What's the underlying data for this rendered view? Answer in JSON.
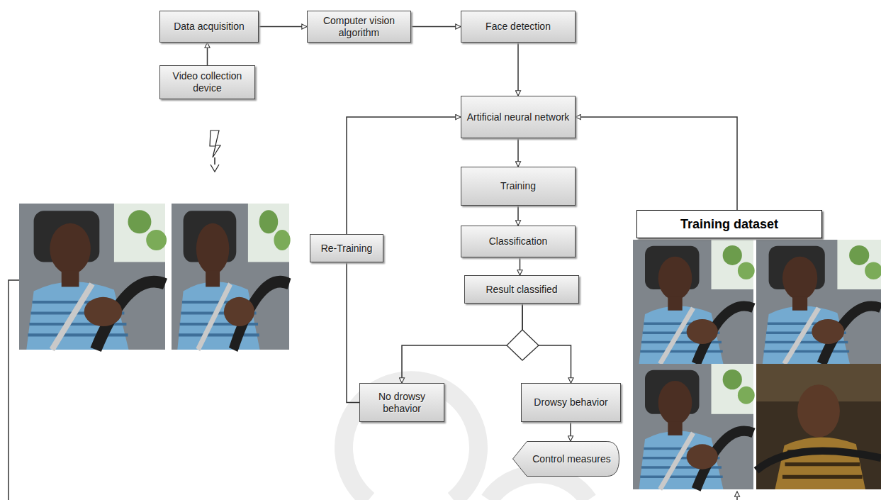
{
  "diagram": {
    "nodes": [
      {
        "text": [
          "Data acquisition"
        ]
      },
      {
        "text": [
          "Computer vision algorithm"
        ]
      },
      {
        "text": [
          "Face detection"
        ]
      },
      {
        "text": [
          "Video collection device"
        ]
      },
      {
        "text": [
          "Artificial neural network"
        ]
      },
      {
        "text": [
          "Training"
        ]
      },
      {
        "text": [
          "Training dataset"
        ]
      },
      {
        "text": [
          "Re-Training"
        ]
      },
      {
        "text": [
          "Classification"
        ]
      },
      {
        "text": [
          "Result  classified"
        ]
      },
      {
        "text": [
          "No drowsy behavior"
        ]
      },
      {
        "text": [
          "Drowsy behavior"
        ]
      },
      {
        "text": [
          "Control measures"
        ]
      }
    ],
    "edges": [
      {
        "from": 0,
        "to": 1,
        "arrow": "to"
      },
      {
        "from": 1,
        "to": 2,
        "arrow": "to"
      },
      {
        "from": 3,
        "to": 0,
        "arrow": "to"
      },
      {
        "from": 2,
        "to": 4,
        "arrow": "to"
      },
      {
        "from": 4,
        "to": 5,
        "arrow": "to"
      },
      {
        "from": 6,
        "to": 4,
        "arrow": "to"
      },
      {
        "from": 5,
        "to": 8,
        "arrow": "to"
      },
      {
        "from": 8,
        "to": 9,
        "arrow": "to"
      },
      {
        "from": 9,
        "to": 10,
        "arrow": "to"
      },
      {
        "from": 9,
        "to": 11,
        "arrow": "to"
      },
      {
        "from": 10,
        "to": 7,
        "arrow": "none"
      },
      {
        "from": 7,
        "to": 4,
        "arrow": "to"
      },
      {
        "from": 11,
        "to": 12,
        "arrow": "to"
      }
    ]
  }
}
